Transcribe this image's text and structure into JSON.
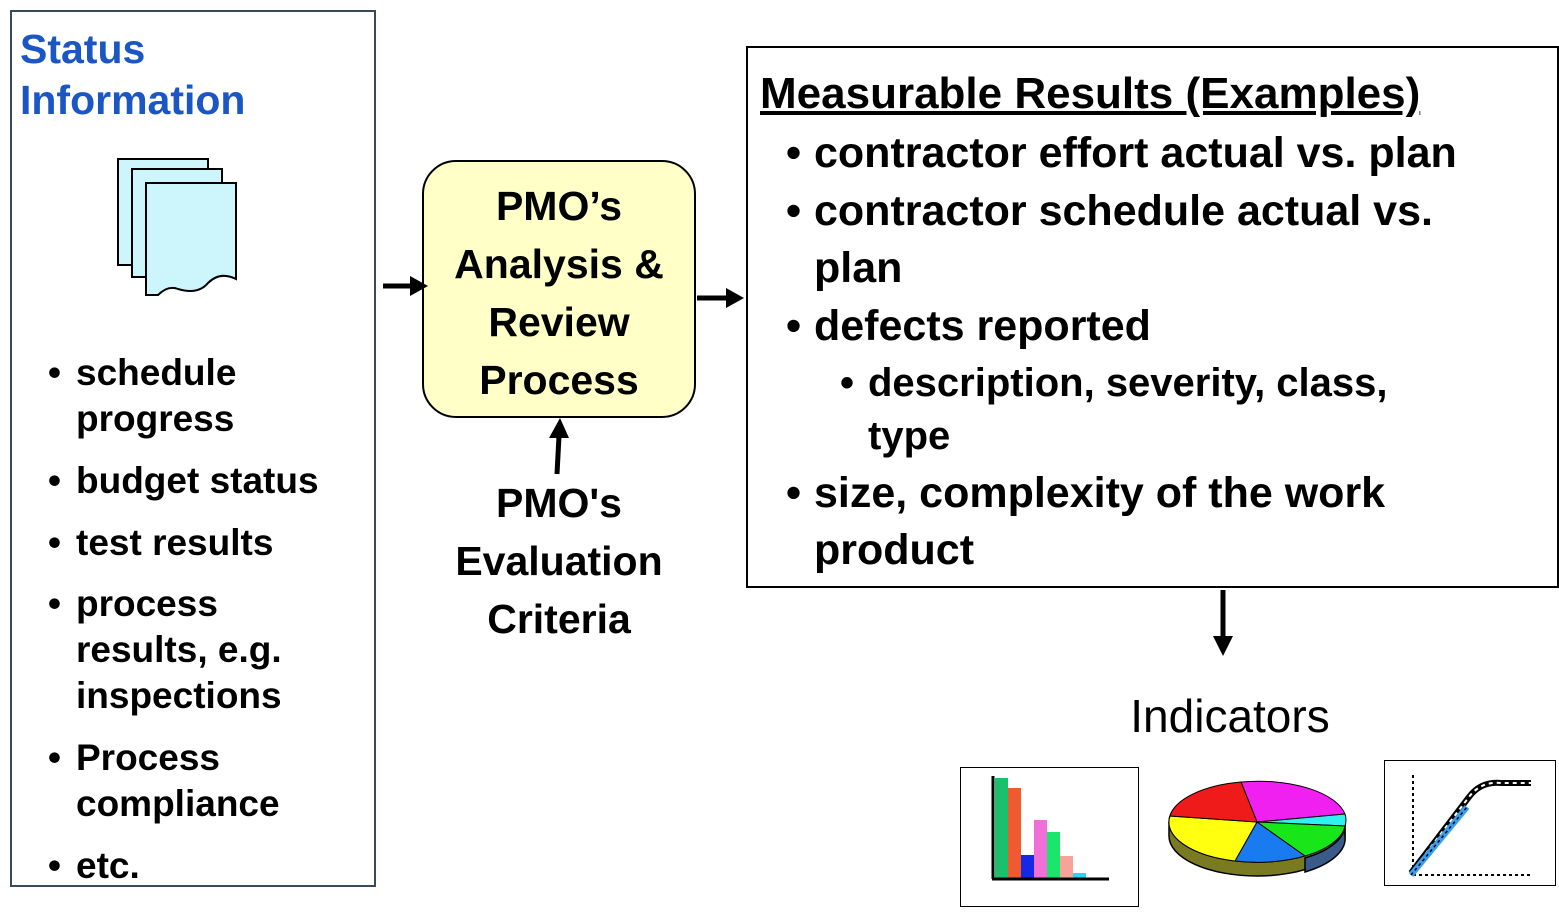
{
  "status_panel": {
    "title_line1": "Status",
    "title_line2": "Information",
    "items": [
      {
        "bullet": "•",
        "lines": [
          "schedule",
          "progress"
        ]
      },
      {
        "bullet": "•",
        "lines": [
          "budget status"
        ]
      },
      {
        "bullet": "•",
        "lines": [
          "test results"
        ]
      },
      {
        "bullet": "•",
        "lines": [
          "process",
          "results, e.g.",
          "inspections"
        ]
      },
      {
        "bullet": "•",
        "lines": [
          "Process",
          "compliance"
        ]
      },
      {
        "bullet": "•",
        "lines": [
          "etc."
        ]
      }
    ]
  },
  "process_box": {
    "lines": [
      "PMO’s",
      "Analysis &",
      "Review",
      "Process"
    ]
  },
  "criteria": {
    "lines": [
      "PMO's",
      "Evaluation",
      "Criteria"
    ]
  },
  "results_box": {
    "title": "Measurable Results (Examples)",
    "items": [
      {
        "bullet": "•",
        "lines": [
          "contractor effort actual vs. plan"
        ]
      },
      {
        "bullet": "•",
        "lines": [
          "contractor schedule actual vs.",
          "plan"
        ]
      },
      {
        "bullet": "•",
        "lines": [
          "defects reported"
        ]
      },
      {
        "bullet": "•",
        "lines": [
          "description, severity, class,",
          "type"
        ]
      },
      {
        "bullet": "•",
        "lines": [
          "size, complexity of the work",
          "product"
        ]
      }
    ]
  },
  "indicators": {
    "label": "Indicators",
    "icons": [
      "bar-chart-icon",
      "pie-chart-icon",
      "line-chart-icon"
    ]
  },
  "colors": {
    "title_blue": "#1a56c4",
    "process_fill": "#ffffc8",
    "doc_fill": "#ccf6fb",
    "panel_border": "#3a4a5e"
  }
}
